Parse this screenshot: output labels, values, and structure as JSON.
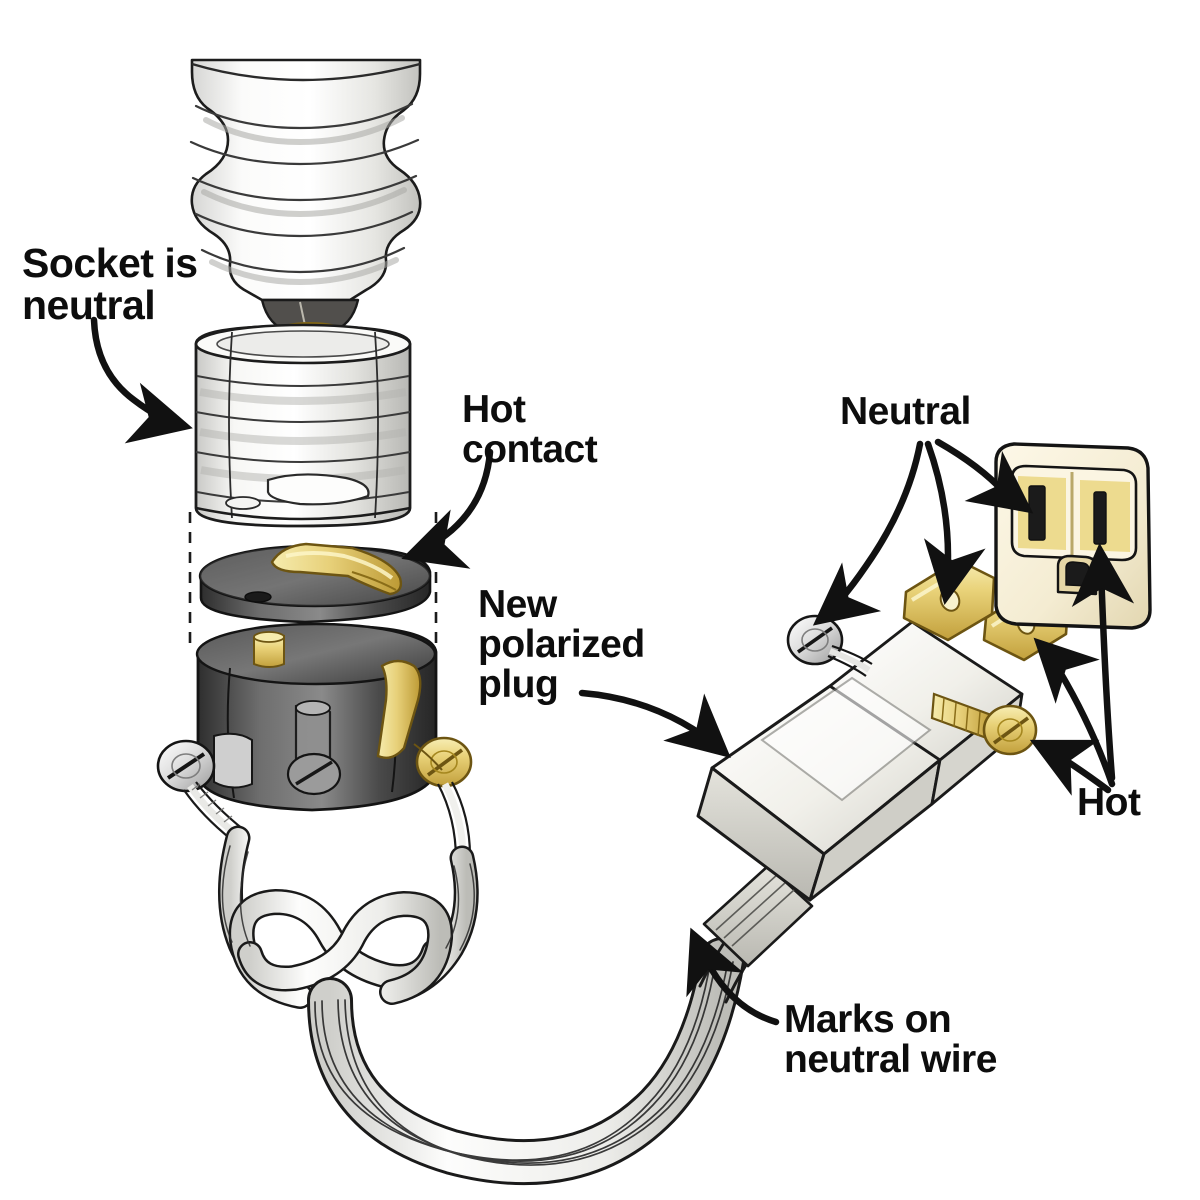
{
  "diagram": {
    "title": "Polarized plug and lamp socket wiring diagram",
    "background_color": "#ffffff",
    "ink_color": "#111111",
    "palette": {
      "brass": "#e8cf73",
      "brass_dark": "#b99a33",
      "brass_light": "#f5e9a8",
      "silver": "#d9d9d9",
      "silver_dark": "#8d8d8d",
      "socket_body_dark": "#3c3c3c",
      "socket_body_mid": "#6b6b6b",
      "shell_white": "#f4f4f2",
      "receptacle_cream": "#f6efd8",
      "slot_black": "#1b1b1b",
      "plug_body": "#f2f1ec"
    },
    "labels": [
      {
        "id": "socket-neutral",
        "text": "Socket is\nneutral",
        "lines": [
          "Socket is",
          "neutral"
        ],
        "points_to": "lamp socket shell"
      },
      {
        "id": "hot-contact",
        "text": "Hot\ncontact",
        "lines": [
          "Hot",
          "contact"
        ],
        "points_to": "brass center contact tab"
      },
      {
        "id": "new-polarized-plug",
        "text": "New\npolarized\nplug",
        "lines": [
          "New",
          "polarized",
          "plug"
        ],
        "points_to": "plug body"
      },
      {
        "id": "neutral",
        "text": "Neutral",
        "lines": [
          "Neutral"
        ],
        "points_to": "silver screw, wide blade, wide receptacle slot"
      },
      {
        "id": "hot",
        "text": "Hot",
        "lines": [
          "Hot"
        ],
        "points_to": "brass screw, narrow blade, narrow receptacle slot"
      },
      {
        "id": "marks-on-neutral-wire",
        "text": "Marks on\nneutral wire",
        "lines": [
          "Marks on",
          "neutral wire"
        ],
        "points_to": "ribbed lamp cord"
      }
    ],
    "components": [
      {
        "id": "bulb",
        "name": "compact fluorescent bulb with Edison screw base"
      },
      {
        "id": "socket-shell",
        "name": "ribbed metal socket shell"
      },
      {
        "id": "socket-cap",
        "name": "socket interior disc with brass hot contact"
      },
      {
        "id": "socket-body",
        "name": "socket body with silver and brass terminal screws"
      },
      {
        "id": "lamp-cord",
        "name": "ribbed two-conductor lamp cord with underwriter's knot"
      },
      {
        "id": "plug",
        "name": "polarized plug with wide and narrow blades"
      },
      {
        "id": "receptacle",
        "name": "wall receptacle face with wide slot, narrow slot and ground hole"
      }
    ]
  }
}
